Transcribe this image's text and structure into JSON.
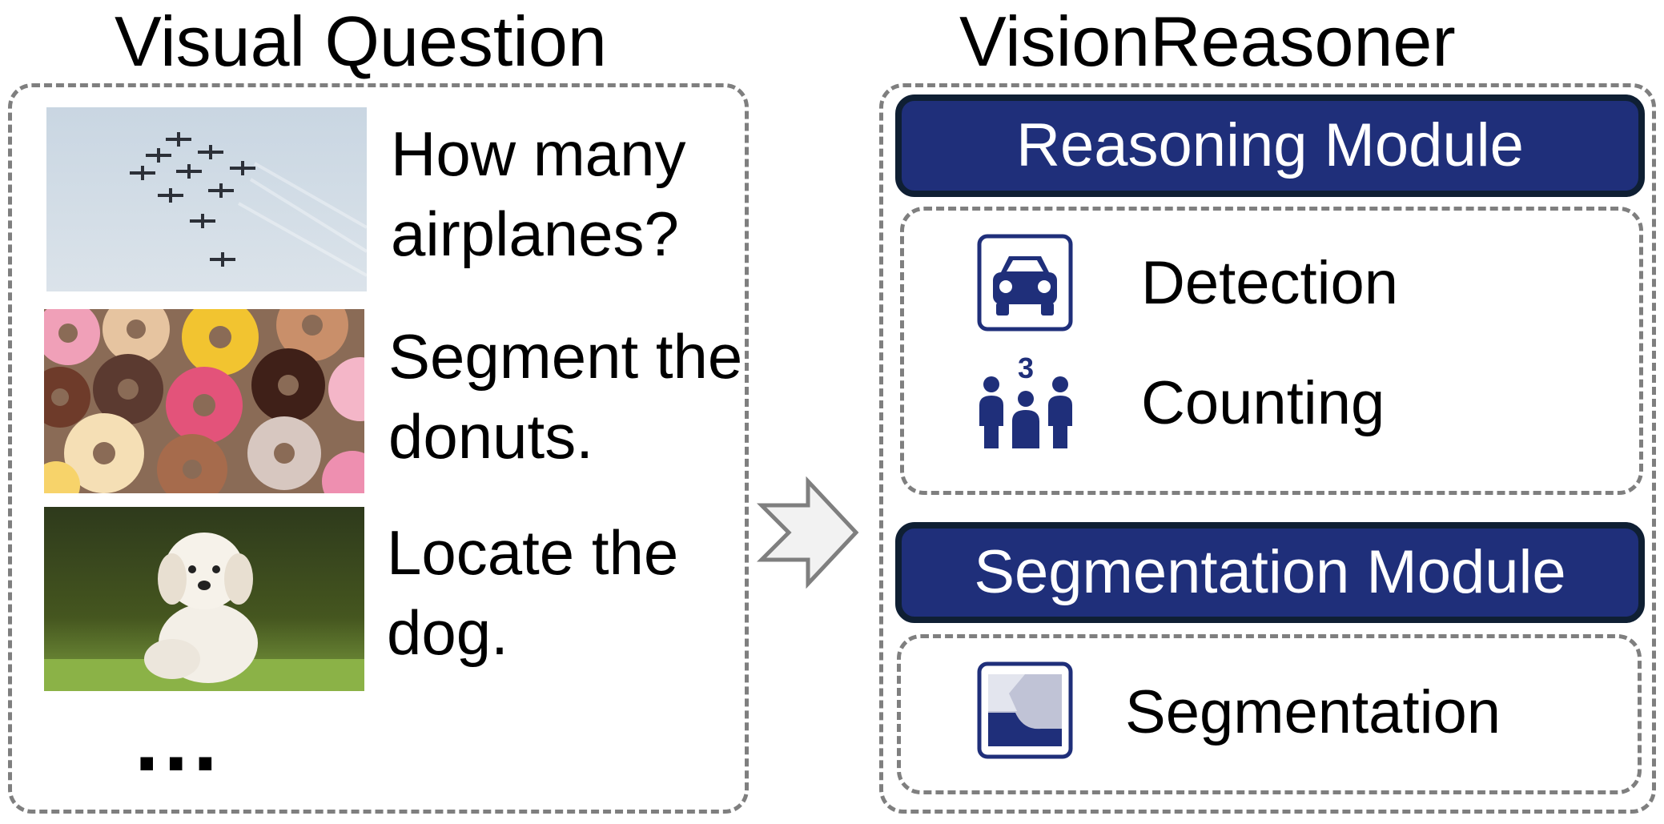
{
  "left_panel": {
    "title": "Visual Question",
    "questions": [
      {
        "image": "airplanes-formation-photo",
        "line1": "How many",
        "line2": "airplanes?"
      },
      {
        "image": "donuts-photo",
        "line1": "Segment the",
        "line2": "donuts."
      },
      {
        "image": "white-puppy-photo",
        "line1": "Locate the",
        "line2": "dog."
      }
    ],
    "ellipsis": "..."
  },
  "right_panel": {
    "title": "VisionReasoner",
    "reasoning_module": {
      "label": "Reasoning Module",
      "items": [
        {
          "icon": "car-icon",
          "label": "Detection"
        },
        {
          "icon": "people-count-icon",
          "label": "Counting",
          "icon_text": "3"
        }
      ]
    },
    "segmentation_module": {
      "label": "Segmentation Module",
      "items": [
        {
          "icon": "segmentation-icon",
          "label": "Segmentation"
        }
      ]
    }
  },
  "colors": {
    "module_fill": "#1f2f7a",
    "module_border": "#0f1f33",
    "dashed_border": "#7f7f7f",
    "icon_navy": "#1f2f7a",
    "arrow_fill": "#f2f2f2"
  }
}
